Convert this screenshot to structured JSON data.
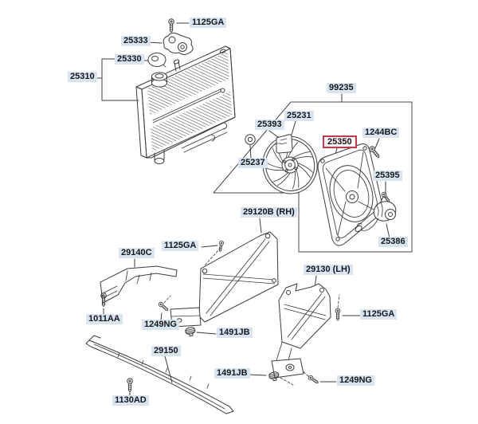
{
  "diagram": {
    "type": "exploded-parts-diagram",
    "colors": {
      "background": "#ffffff",
      "line": "#3c3c3c",
      "label_background": "#d9e4ee",
      "label_text": "#14161f",
      "highlight_border": "#c03a4e",
      "highlight_background": "#fbf5f5"
    }
  },
  "labels": [
    {
      "id": "1125ga-top",
      "text": "1125GA",
      "highlighted": false
    },
    {
      "id": "25333",
      "text": "25333",
      "highlighted": false
    },
    {
      "id": "25330",
      "text": "25330",
      "highlighted": false
    },
    {
      "id": "25310",
      "text": "25310",
      "highlighted": false
    },
    {
      "id": "99235",
      "text": "99235",
      "highlighted": false
    },
    {
      "id": "25231",
      "text": "25231",
      "highlighted": false
    },
    {
      "id": "25393",
      "text": "25393",
      "highlighted": false
    },
    {
      "id": "1244bc",
      "text": "1244BC",
      "highlighted": false
    },
    {
      "id": "25350",
      "text": "25350",
      "highlighted": true
    },
    {
      "id": "25237",
      "text": "25237",
      "highlighted": false
    },
    {
      "id": "25395",
      "text": "25395",
      "highlighted": false
    },
    {
      "id": "29120b-rh",
      "text": "29120B (RH)",
      "highlighted": false
    },
    {
      "id": "25386",
      "text": "25386",
      "highlighted": false
    },
    {
      "id": "1125ga-mid",
      "text": "1125GA",
      "highlighted": false
    },
    {
      "id": "29140c",
      "text": "29140C",
      "highlighted": false
    },
    {
      "id": "29130-lh",
      "text": "29130 (LH)",
      "highlighted": false
    },
    {
      "id": "1125ga-bottom",
      "text": "1125GA",
      "highlighted": false
    },
    {
      "id": "1011aa",
      "text": "1011AA",
      "highlighted": false
    },
    {
      "id": "1249ng-left",
      "text": "1249NG",
      "highlighted": false
    },
    {
      "id": "1491jb-left",
      "text": "1491JB",
      "highlighted": false
    },
    {
      "id": "29150",
      "text": "29150",
      "highlighted": false
    },
    {
      "id": "1491jb-bottom",
      "text": "1491JB",
      "highlighted": false
    },
    {
      "id": "1249ng-bottom",
      "text": "1249NG",
      "highlighted": false
    },
    {
      "id": "1130ad",
      "text": "1130AD",
      "highlighted": false
    }
  ]
}
